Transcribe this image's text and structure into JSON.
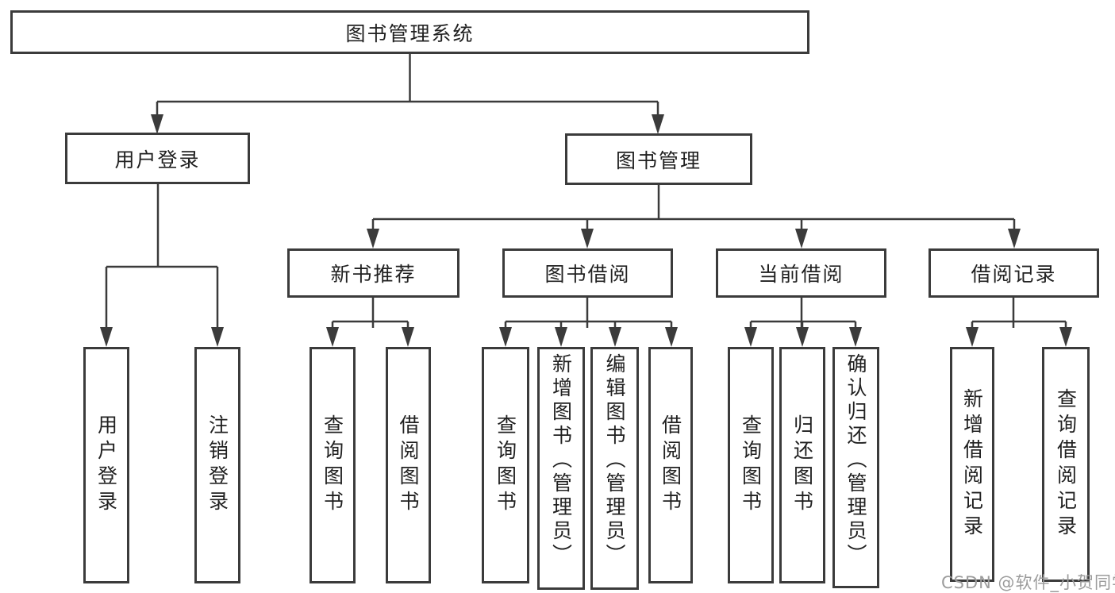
{
  "diagram": {
    "type": "tree",
    "title": "图书管理系统",
    "root": {
      "label": "图书管理系统",
      "children": [
        {
          "label": "用户登录",
          "children": [
            {
              "label": "用户登录"
            },
            {
              "label": "注销登录"
            }
          ]
        },
        {
          "label": "图书管理",
          "children": [
            {
              "label": "新书推荐",
              "children": [
                {
                  "label": "查询图书"
                },
                {
                  "label": "借阅图书"
                }
              ]
            },
            {
              "label": "图书借阅",
              "children": [
                {
                  "label": "查询图书"
                },
                {
                  "label": "新增图书（管理员）"
                },
                {
                  "label": "编辑图书（管理员）"
                },
                {
                  "label": "借阅图书"
                }
              ]
            },
            {
              "label": "当前借阅",
              "children": [
                {
                  "label": "查询图书"
                },
                {
                  "label": "归还图书"
                },
                {
                  "label": "确认归还（管理员）"
                }
              ]
            },
            {
              "label": "借阅记录",
              "children": [
                {
                  "label": "新增借阅记录"
                },
                {
                  "label": "查询借阅记录"
                }
              ]
            }
          ]
        }
      ]
    }
  },
  "watermark": "CSDN @软件_小贺同学",
  "colors": {
    "line": "#3b3b3b",
    "box_border": "#3b3b3b",
    "box_fill": "#ffffff",
    "text": "#212121",
    "watermark": "#9c9c9c",
    "background": "#ffffff"
  }
}
